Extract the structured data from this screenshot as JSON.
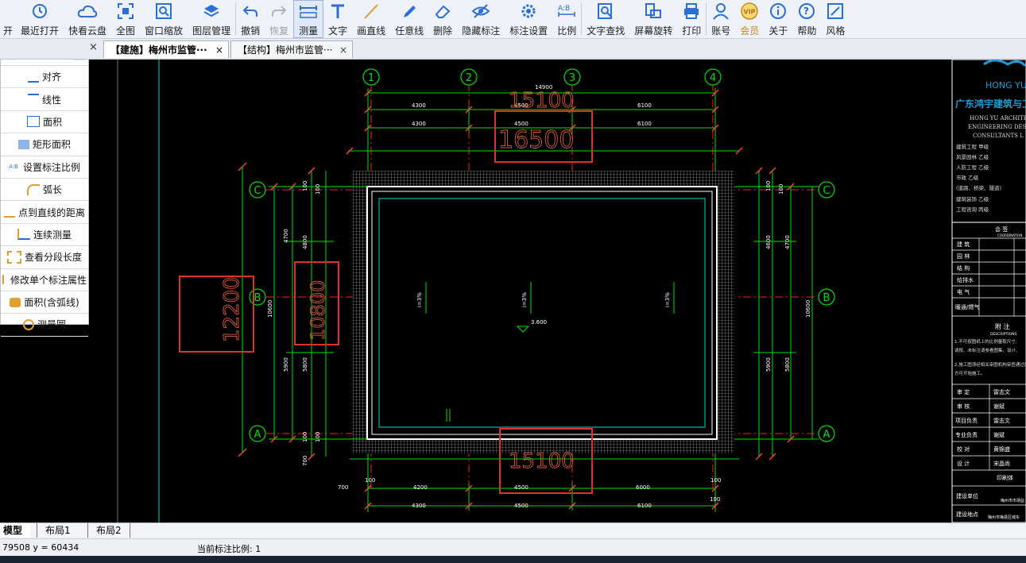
{
  "toolbar": {
    "items": [
      {
        "label": "开",
        "icon": "folder-open-icon"
      },
      {
        "label": "最近打开",
        "icon": "history-icon"
      },
      {
        "label": "快看云盘",
        "icon": "cloud-icon"
      },
      {
        "label": "全图",
        "icon": "fullview-icon"
      },
      {
        "label": "窗口缩放",
        "icon": "window-zoom-icon"
      },
      {
        "label": "图层管理",
        "icon": "layers-icon"
      },
      {
        "label": "撤销",
        "icon": "undo-icon"
      },
      {
        "label": "恢复",
        "icon": "redo-icon"
      },
      {
        "label": "测量",
        "icon": "measure-icon"
      },
      {
        "label": "文字",
        "icon": "text-icon"
      },
      {
        "label": "画直线",
        "icon": "line-icon"
      },
      {
        "label": "任意线",
        "icon": "freehand-pen-icon"
      },
      {
        "label": "删除",
        "icon": "eraser-icon"
      },
      {
        "label": "隐藏标注",
        "icon": "eye-hide-icon"
      },
      {
        "label": "标注设置",
        "icon": "annotation-settings-icon"
      },
      {
        "label": "比例",
        "icon": "scale-icon"
      },
      {
        "label": "文字查找",
        "icon": "text-search-icon"
      },
      {
        "label": "屏幕旋转",
        "icon": "rotate-screen-icon"
      },
      {
        "label": "打印",
        "icon": "print-icon"
      },
      {
        "label": "账号",
        "icon": "user-icon"
      },
      {
        "label": "会员",
        "icon": "vip-icon"
      },
      {
        "label": "关于",
        "icon": "info-icon"
      },
      {
        "label": "帮助",
        "icon": "help-icon"
      },
      {
        "label": "风格",
        "icon": "style-icon"
      }
    ]
  },
  "tabs": {
    "doc1": "【建施】梅州市监管···",
    "doc2": "【结构】梅州市监管···",
    "close": "×"
  },
  "measure_panel": {
    "title": "量",
    "items": [
      "对齐",
      "线性",
      "面积",
      "矩形面积",
      "设置标注比例",
      "弧长",
      "点到直线的距离",
      "连续测量",
      "查看分段长度",
      "修改单个标注属性",
      "面积(含弧线)",
      "测量圆"
    ]
  },
  "drawing": {
    "axes_x": [
      "1",
      "2",
      "3",
      "4"
    ],
    "axes_y": [
      "C",
      "B",
      "A"
    ],
    "top_overall": "14900",
    "top_seg": [
      "4300",
      "4500",
      "6100"
    ],
    "bottom_seg1": [
      "4200",
      "4500",
      "6000"
    ],
    "bottom_seg2": [
      "4300",
      "4500",
      "6100"
    ],
    "bottom_small": [
      "700",
      "100",
      "100",
      "100"
    ],
    "left_seg_outer": [
      "100",
      "4700",
      "5900",
      "100"
    ],
    "left_seg_inner": [
      "100",
      "4800",
      "5800",
      "100"
    ],
    "left_overall": "10600",
    "left_small": [
      "700",
      "700"
    ],
    "right_seg_outer": [
      "100",
      "4600",
      "5900"
    ],
    "right_seg_inner": [
      "100",
      "4700",
      "5800"
    ],
    "right_overall": "10600",
    "slope_text": [
      "i=3%",
      "i=3%",
      "i=3%"
    ],
    "level_text": "3.600",
    "annot_top_small": "15100",
    "annot_top_big": "16500",
    "annot_left_big": "12200",
    "annot_left_small": "10800",
    "annot_bottom": "15100",
    "annot_color": "#e05a3a",
    "box_color": "#e0302a"
  },
  "titleblock": {
    "brand": "HONG YU",
    "company": "广东鸿宇建筑与工程设计",
    "company_en": [
      "HONG YU ARCHITE",
      "ENGINEERING DES",
      "CONSULTANTS L"
    ],
    "qual_rows": [
      "建筑工程 甲级",
      "风景园林 乙级",
      "人防工程 乙级",
      "市政 乙级",
      "(道路、桥梁、隧道)",
      "建筑装饰 乙级",
      "工程咨询 丙级"
    ],
    "seal_title": "会 签",
    "seal_title_en": "COORDINATION",
    "seal_rows": [
      "建 筑",
      "园 林",
      "结 构",
      "给排水",
      "电 气",
      "暖通/燃气"
    ],
    "note_title": "附 注",
    "note_title_en": "DESCRIPTIONS",
    "note_lines": [
      "1.不可按图纸上的比例量取尺寸,",
      "请按、未标注请参看图集、设计、",
      "2.施工图须经相关审图机构审查通过后",
      "方可开始施工。"
    ],
    "approve_rows": [
      {
        "label": "审 定",
        "name": "雷志文"
      },
      {
        "label": "审 核",
        "name": "谢斌"
      },
      {
        "label": "项目负责",
        "name": "雷志文"
      },
      {
        "label": "专业负责",
        "name": "谢斌"
      },
      {
        "label": "校 对",
        "name": "黄锦盛"
      },
      {
        "label": "设 计",
        "name": "宋晶尚"
      }
    ],
    "stamp": "印刷体",
    "client_label": "建设单位",
    "client_value": "梅州市市场监",
    "site_label": "建设地点",
    "site_value": "梅州市梅县区城东"
  },
  "layout_tabs": [
    "模型",
    "布局1",
    "布局2"
  ],
  "status": {
    "coords": "79508  y = 60434",
    "scale": "当前标注比例: 1"
  },
  "colors": {
    "toolbar_bg": "#eef1f7",
    "canvas_bg": "#000000",
    "dim_green": "#00e000",
    "axis_red": "#ff2020",
    "wall_white": "#ffffff",
    "cyan": "#00d8d8"
  }
}
